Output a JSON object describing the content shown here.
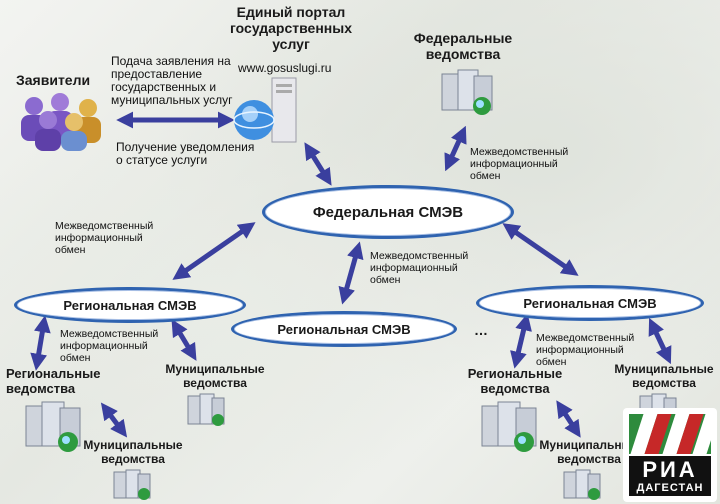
{
  "portal": {
    "title": "Единый портал государственных услуг",
    "url": "www.gosuslugi.ru"
  },
  "applicants": {
    "title": "Заявители",
    "request_text": "Подача заявления на предоставление государственных и муниципальных услуг",
    "notify_text": "Получение уведомления о статусе услуги"
  },
  "federal_depts": {
    "title": "Федеральные ведомства"
  },
  "exchange_label": "Межведомственный информационный обмен",
  "hubs": {
    "federal": "Федеральная СМЭВ",
    "regional": "Региональная СМЭВ",
    "ellipsis": "…"
  },
  "regional_depts": "Региональные ведомства",
  "municipal_depts": "Муниципальные ведомства",
  "logo": {
    "line1": "РИА",
    "line2": "ДАГЕСТАН"
  },
  "colors": {
    "arrow": "#3a3f9e",
    "ellipse_border": "#2f63b0"
  }
}
